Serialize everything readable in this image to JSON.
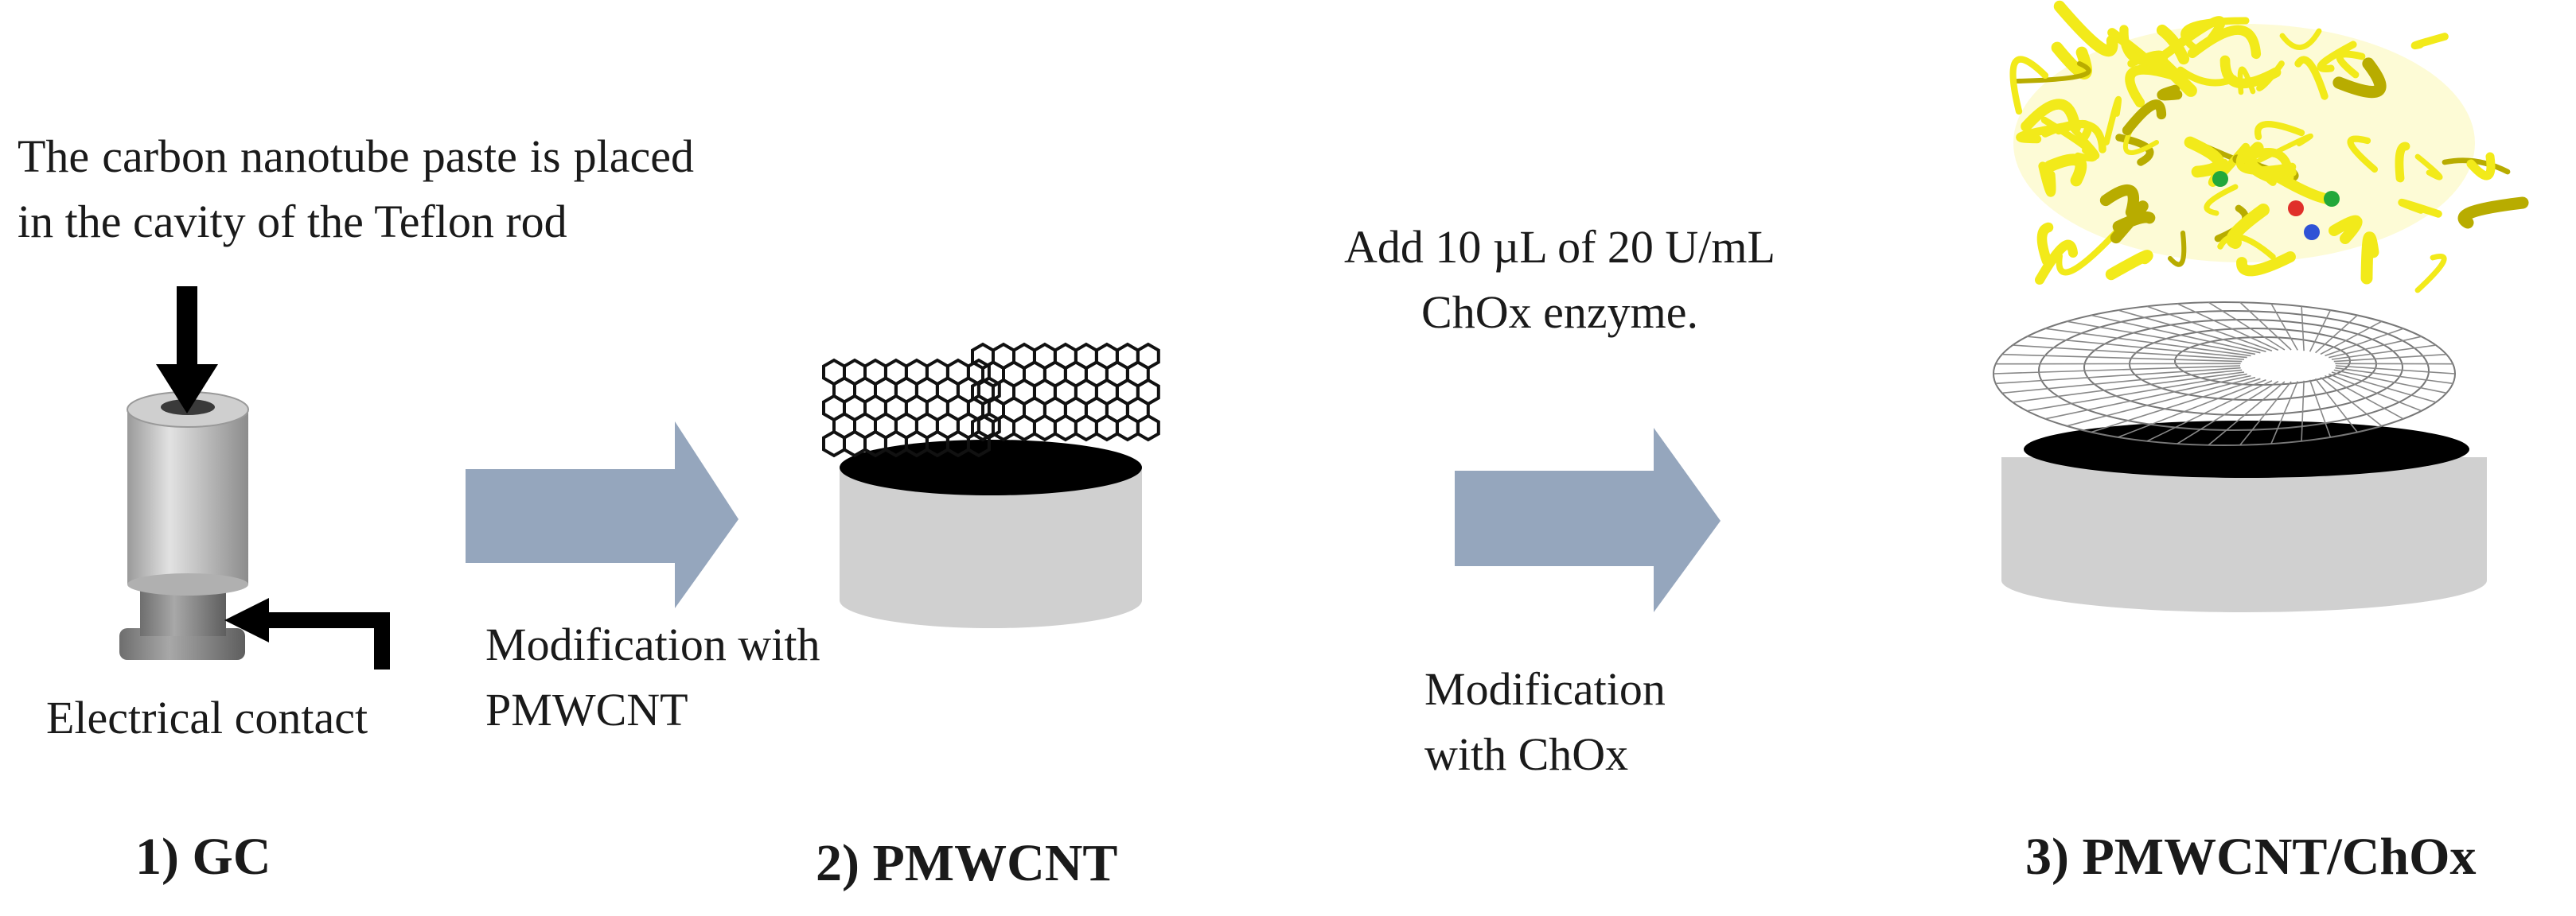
{
  "step1": {
    "paste_note": "The carbon nanotube paste is placed in the cavity of the Teflon rod",
    "contact_label": "Electrical contact",
    "title": "1) GC"
  },
  "arrow1": {
    "label": "Modification with PMWCNT"
  },
  "step2": {
    "title": "2) PMWCNT"
  },
  "arrow2": {
    "add_note": "Add 10 µL of 20 U/mL ChOx enzyme.",
    "label": "Modification with ChOx"
  },
  "step3": {
    "title": "3) PMWCNT/ChOx"
  },
  "colors": {
    "process_arrow": "#95a6bd",
    "electrode_body": "#d0d0d0",
    "electrode_top": "#000000",
    "enzyme": "#f2ea1a",
    "rod": "#a9a9a9"
  }
}
